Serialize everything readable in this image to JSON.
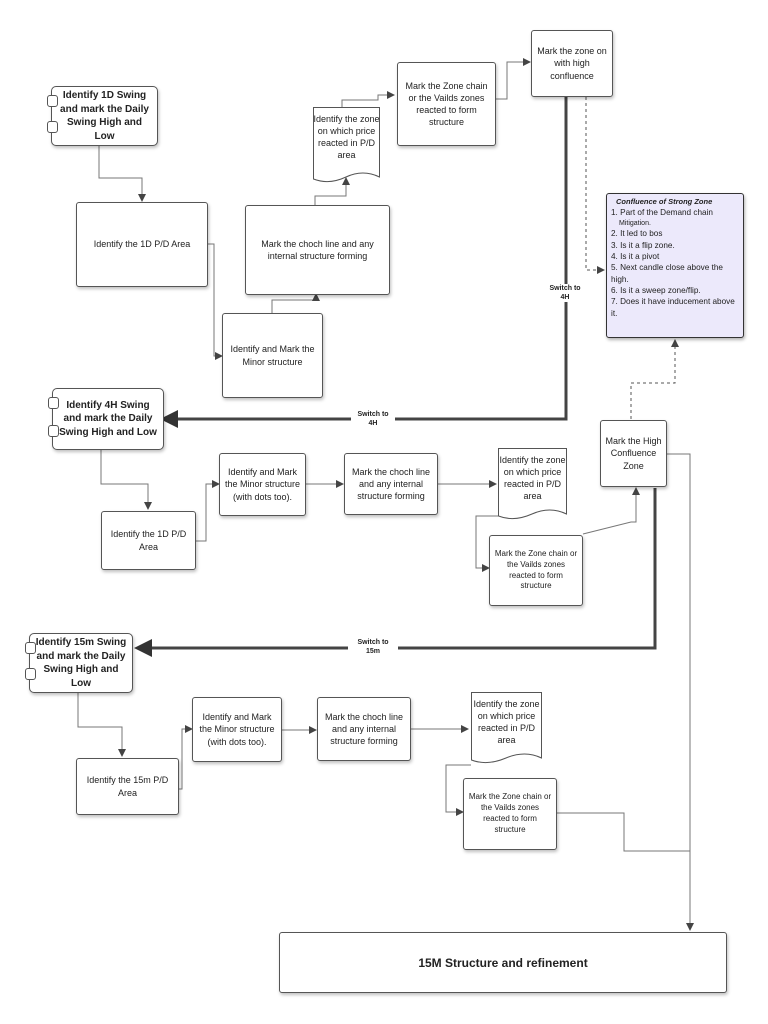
{
  "boxes": {
    "b1": "Identify 1D Swing and mark the Daily Swing High and Low",
    "b2": "Identify the 1D P/D Area",
    "b3": "Identify and Mark the Minor structure",
    "b4": "Mark the choch line and any internal structure forming",
    "b5": "Identify the zone on which price reacted in P/D area",
    "b6": "Mark the Zone chain or the Vailds zones reacted to form structure",
    "b7": "Mark the zone on with high confluence",
    "c1": "Identify 4H Swing and mark the Daily Swing High and Low",
    "c2": "Identify the 1D P/D Area",
    "c3": "Identify and Mark the Minor structure (with dots too).",
    "c4": "Mark the choch line and any internal structure forming",
    "c5": "Identify the zone on which price reacted in P/D area",
    "c6": "Mark the Zone chain or the Vailds zones reacted to form structure",
    "c7": "Mark the High Confluence Zone",
    "d1": "Identify 15m Swing and mark the Daily Swing High and Low",
    "d2": "Identify the 15m P/D Area",
    "d3": "Identify and Mark the Minor structure (with dots too).",
    "d4": "Mark the choch line and any internal structure forming",
    "d5": "Identify the zone on which price reacted in P/D area",
    "d6": "Mark the Zone chain or the Vailds zones reacted to form structure",
    "final": "15M Structure and refinement"
  },
  "labels": {
    "switch4h_side": "Switch to 4H",
    "switch4h": "Switch to 4H",
    "switch15m": "Switch to 15m"
  },
  "confluence": {
    "title": "Confluence of Strong Zone",
    "items": [
      "1. Part of the Demand chain",
      "Mitigation.",
      "2. It led to bos",
      "3. Is it a flip zone.",
      "4. Is it a pivot",
      "5. Next candle close above the high.",
      "6. Is it a sweep zone/flip.",
      "7. Does it have inducement above it."
    ]
  }
}
